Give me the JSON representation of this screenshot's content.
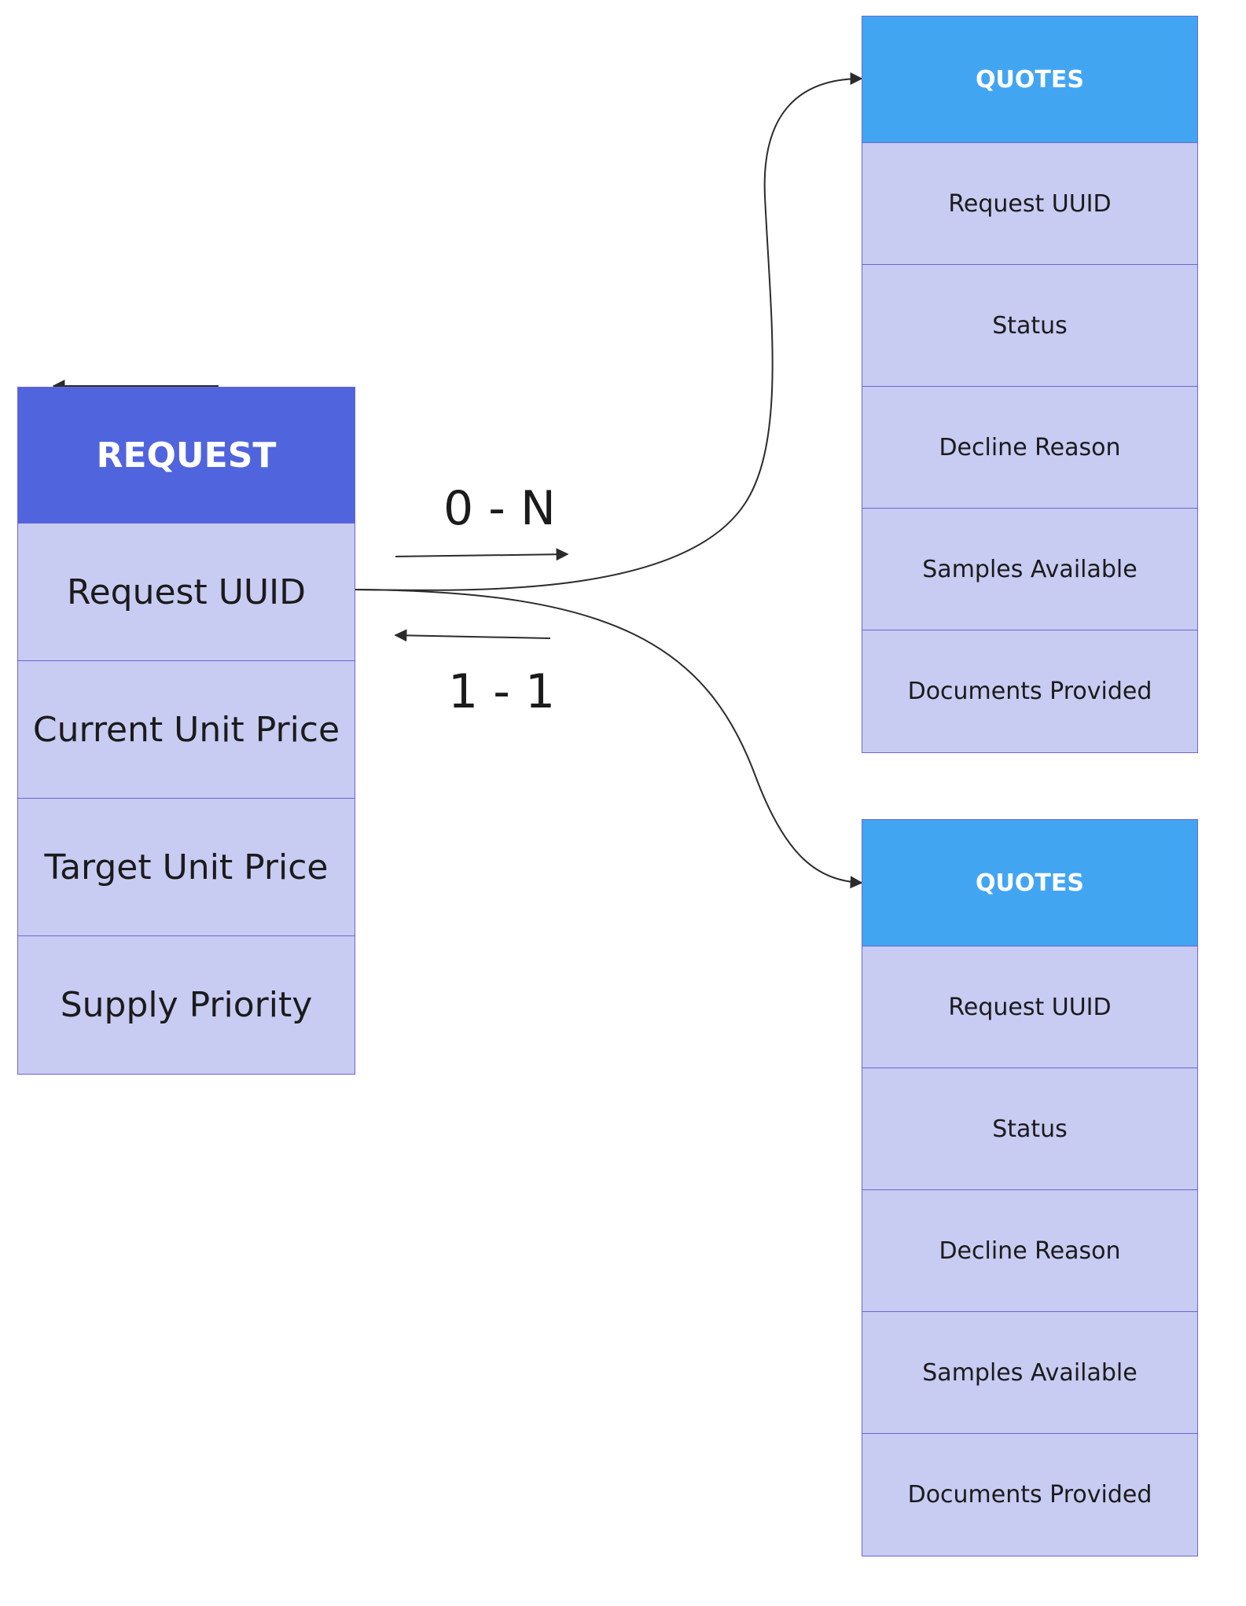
{
  "request": {
    "title": "REQUEST",
    "fields": [
      "Request UUID",
      "Current Unit Price",
      "Target Unit Price",
      "Supply Priority"
    ]
  },
  "quotes_tables": [
    {
      "title": "QUOTES",
      "fields": [
        "Request UUID",
        "Status",
        "Decline Reason",
        "Samples Available",
        "Documents Provided"
      ]
    },
    {
      "title": "QUOTES",
      "fields": [
        "Request UUID",
        "Status",
        "Decline Reason",
        "Samples Available",
        "Documents Provided"
      ]
    }
  ],
  "relationships": {
    "forward_label": "0 - N",
    "backward_label": "1 - 1"
  },
  "colors": {
    "request_header": "#5064de",
    "quotes_header": "#42a5f2",
    "row_fill": "#c8cbf2",
    "border": "#6e66d4",
    "connector": "#2b2b2b"
  }
}
